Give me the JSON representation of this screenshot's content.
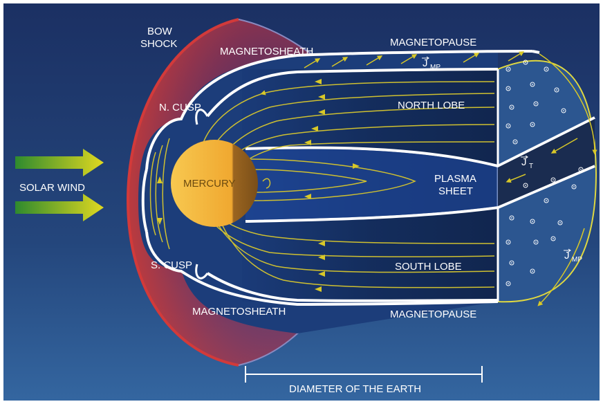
{
  "labels": {
    "bow_shock_line1": "BOW",
    "bow_shock_line2": "SHOCK",
    "magnetosheath_top": "MAGNETOSHEATH",
    "magnetosheath_bottom": "MAGNETOSHEATH",
    "magnetopause_top": "MAGNETOPAUSE",
    "magnetopause_bottom": "MAGNETOPAUSE",
    "n_cusp": "N. CUSP",
    "s_cusp": "S. CUSP",
    "north_lobe": "NORTH LOBE",
    "south_lobe": "SOUTH LOBE",
    "plasma_sheet_line1": "PLASMA",
    "plasma_sheet_line2": "SHEET",
    "solar_wind": "SOLAR WIND",
    "mercury": "MERCURY",
    "scale_bar": "DIAMETER OF THE EARTH",
    "j_mp_top": "J",
    "j_mp_top_sub": "MP",
    "j_t": "J",
    "j_t_sub": "T",
    "j_mp_right": "J",
    "j_mp_right_sub": "MP"
  },
  "colors": {
    "background_top": "#1d3466",
    "background_bottom": "#2f5f9a",
    "magnetosheath": "#b0304a",
    "field_lines": "#d4c028",
    "magnetopause": "#ffffff",
    "mercury_light": "#f4b030",
    "mercury_dark": "#8a5a1c",
    "arrow_yellow": "#d8d820",
    "arrow_green": "#2e8a2e"
  }
}
